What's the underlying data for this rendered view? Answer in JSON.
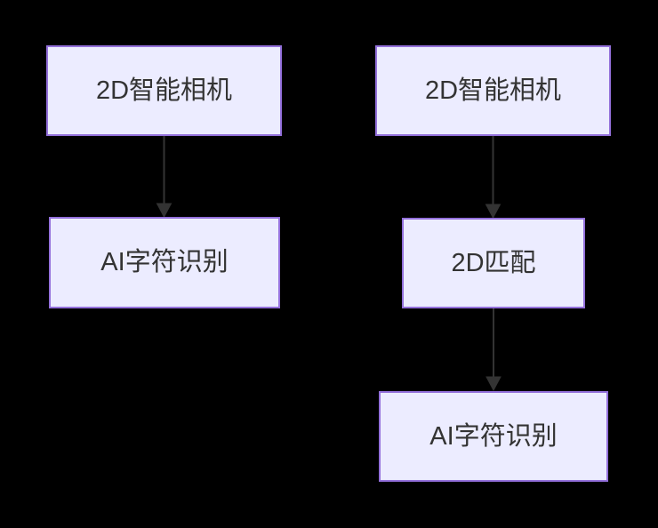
{
  "diagram": {
    "type": "flowchart",
    "theme": {
      "canvas_bg": "#000000",
      "node_fill": "#ECECFF",
      "node_border": "#9370DB",
      "node_text": "#333333",
      "arrow_color": "#333333"
    },
    "flows": [
      {
        "name": "left-flow",
        "nodes": [
          {
            "id": "left-camera",
            "label": "2D智能相机"
          },
          {
            "id": "left-ocr",
            "label": "AI字符识别"
          }
        ],
        "edges": [
          {
            "from": "left-camera",
            "to": "left-ocr",
            "style": "arrow"
          }
        ]
      },
      {
        "name": "right-flow",
        "nodes": [
          {
            "id": "right-camera",
            "label": "2D智能相机"
          },
          {
            "id": "right-match",
            "label": "2D匹配"
          },
          {
            "id": "right-ocr",
            "label": "AI字符识别"
          }
        ],
        "edges": [
          {
            "from": "right-camera",
            "to": "right-match",
            "style": "arrow"
          },
          {
            "from": "right-match",
            "to": "right-ocr",
            "style": "arrow"
          }
        ]
      }
    ]
  }
}
